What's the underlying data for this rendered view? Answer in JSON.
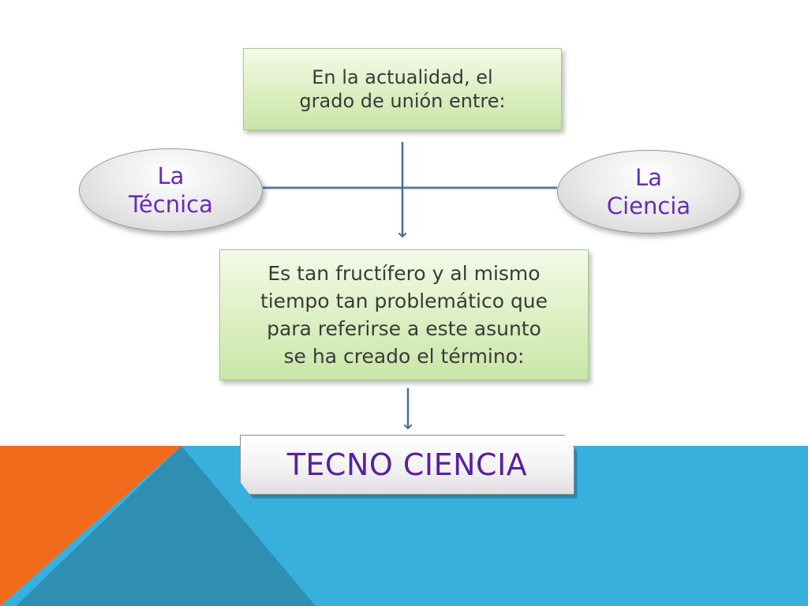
{
  "diagram": {
    "top_box": {
      "text": "En la actualidad, el\ngrado de unión entre:"
    },
    "left_node": {
      "text": "La\nTécnica"
    },
    "right_node": {
      "text": "La\nCiencia"
    },
    "middle_box": {
      "text": "Es tan fructífero y al mismo\ntiempo tan problemático que\npara referirse a este asunto\nse ha creado el término:"
    },
    "result_box": {
      "text": "TECNO CIENCIA"
    }
  },
  "colors": {
    "accent_orange": "#f26b1d",
    "accent_blue": "#38b0de",
    "accent_teal": "#2e8fb3",
    "node_text": "#6a2cb0",
    "connector": "#4a6a96"
  }
}
